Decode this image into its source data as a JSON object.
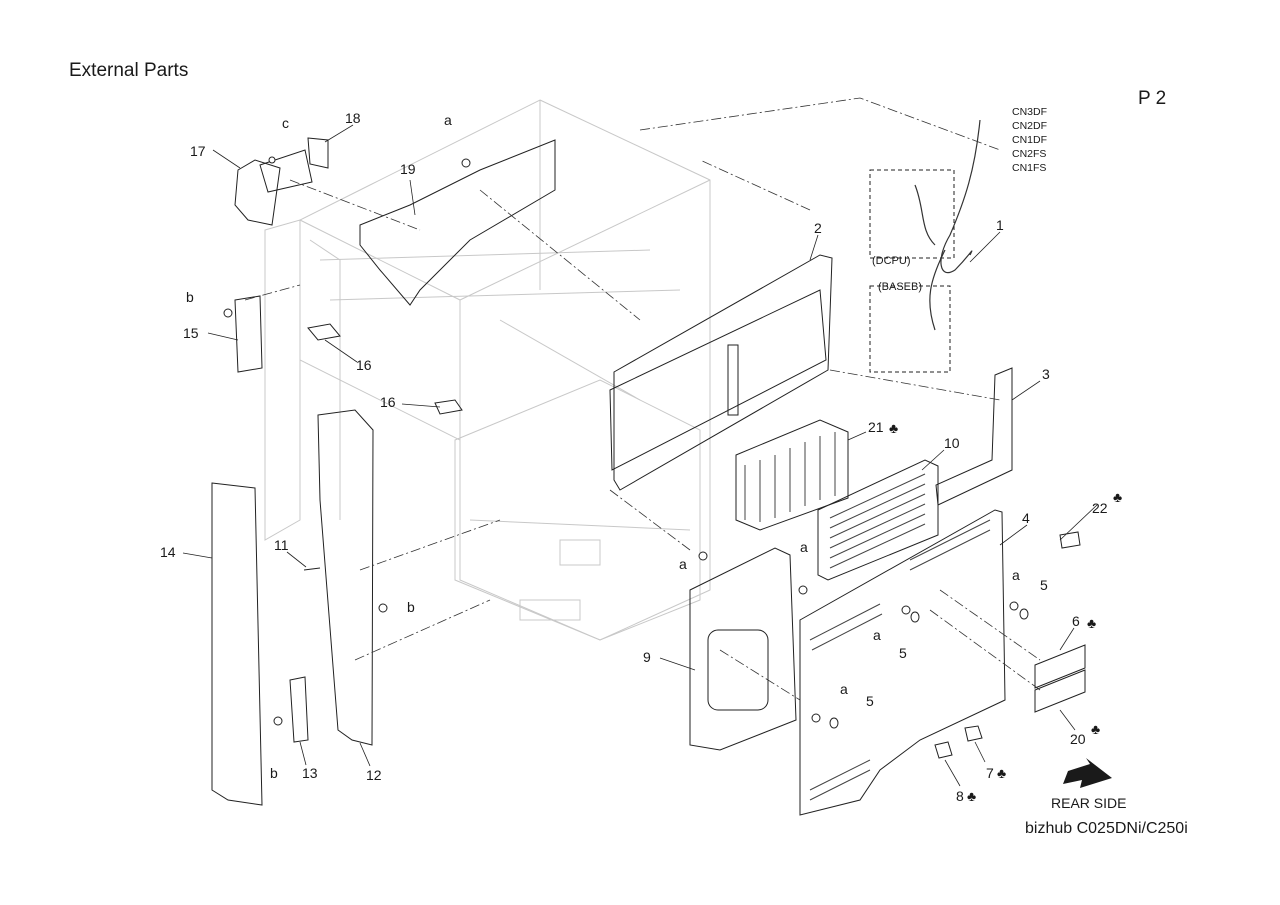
{
  "page": {
    "title": "External Parts",
    "page_number": "P 2",
    "model": "bizhub C025DNi/C250i",
    "rear_side": "REAR SIDE"
  },
  "connectors": [
    "CN3DF",
    "CN2DF",
    "CN1DF",
    "CN2FS",
    "CN1FS"
  ],
  "boards": {
    "dcpu": "(DCPU)",
    "baseb": "(BASEB)"
  },
  "callouts": {
    "p1": "1",
    "p2": "2",
    "p3": "3",
    "p4": "4",
    "p5a": "5",
    "p5b": "5",
    "p5c": "5",
    "p6": "6",
    "p7": "7",
    "p8": "8",
    "p9": "9",
    "p10": "10",
    "p11": "11",
    "p12": "12",
    "p13": "13",
    "p14": "14",
    "p15": "15",
    "p16a": "16",
    "p16b": "16",
    "p17": "17",
    "p18": "18",
    "p19": "19",
    "p20": "20",
    "p21": "21",
    "p22": "22",
    "sa1": "a",
    "sa2": "a",
    "sa3": "a",
    "sa4": "a",
    "sa5": "a",
    "sa6": "a",
    "sb1": "b",
    "sb2": "b",
    "sb3": "b",
    "sc1": "c"
  },
  "marker": "♣"
}
